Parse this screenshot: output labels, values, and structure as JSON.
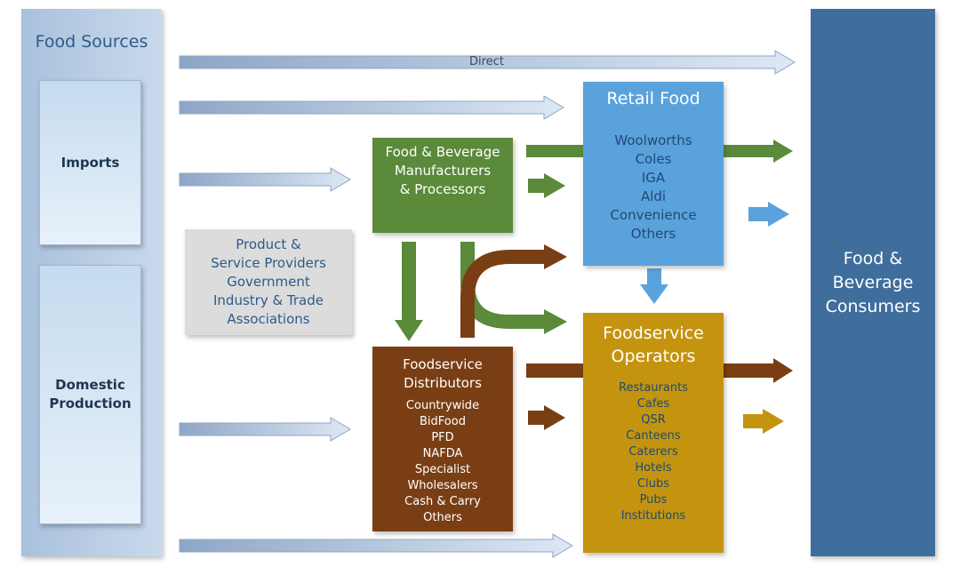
{
  "food_sources": {
    "title": "Food Sources",
    "imports": "Imports",
    "domestic": "Domestic Production"
  },
  "direct_label": "Direct",
  "manufacturers": {
    "lines": [
      "Food & Beverage",
      "Manufacturers",
      "& Processors"
    ]
  },
  "providers": {
    "lines": [
      "Product &",
      "Service Providers",
      "Government",
      "Industry & Trade",
      "Associations"
    ]
  },
  "retail": {
    "title": "Retail Food",
    "items": [
      "Woolworths",
      "Coles",
      "IGA",
      "Aldi",
      "Convenience",
      "Others"
    ]
  },
  "distributors": {
    "title_lines": [
      "Foodservice",
      "Distributors"
    ],
    "items": [
      "Countrywide",
      "BidFood",
      "PFD",
      "NAFDA",
      "Specialist",
      "Wholesalers",
      "Cash & Carry",
      "Others"
    ]
  },
  "operators": {
    "title_lines": [
      "Foodservice",
      "Operators"
    ],
    "items": [
      "Restaurants",
      "Cafes",
      "QSR",
      "Canteens",
      "Caterers",
      "Hotels",
      "Clubs",
      "Pubs",
      "Institutions"
    ]
  },
  "consumers": {
    "lines": [
      "Food &",
      "Beverage",
      "Consumers"
    ]
  },
  "colors": {
    "green": "#5a8a3a",
    "brown": "#7a3e14",
    "gold": "#c4940f",
    "retail_blue": "#5aa2dc",
    "consumer_blue": "#3f6d9c",
    "grey": "#dcdcdc"
  }
}
